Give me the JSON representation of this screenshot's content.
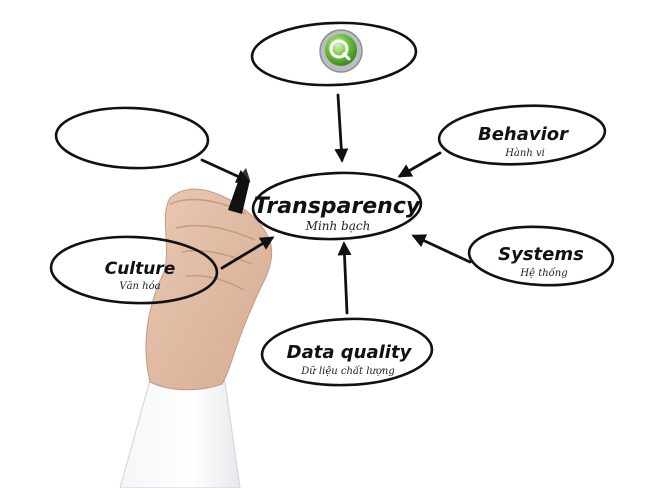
{
  "diagram": {
    "center": {
      "label": "Transparency",
      "sublabel": "Minh bạch"
    },
    "nodes": {
      "top": {
        "label": "",
        "sublabel": "",
        "icon": "qlik-logo-icon"
      },
      "top_left": {
        "label": "",
        "sublabel": ""
      },
      "behavior": {
        "label": "Behavior",
        "sublabel": "Hành vi"
      },
      "culture": {
        "label": "Culture",
        "sublabel": "Văn hóa"
      },
      "systems": {
        "label": "Systems",
        "sublabel": "Hệ thống"
      },
      "data_quality": {
        "label": "Data quality",
        "sublabel": "Dữ liệu chất lượng"
      }
    },
    "colors": {
      "ink": "#111111",
      "logo_green": "#6cbf3a",
      "logo_gray": "#8a8f94"
    }
  }
}
